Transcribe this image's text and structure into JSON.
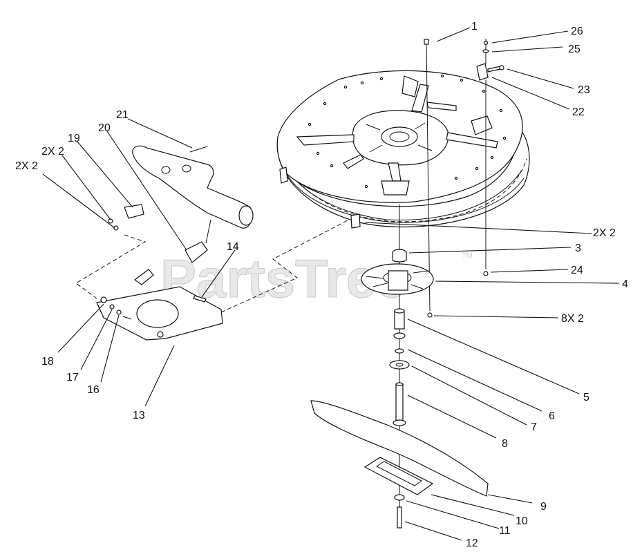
{
  "watermark": {
    "text": "PartsTree",
    "tm": "TM"
  },
  "callouts": [
    {
      "id": "c1",
      "text": "1"
    },
    {
      "id": "c26",
      "text": "26"
    },
    {
      "id": "c25",
      "text": "25"
    },
    {
      "id": "c23",
      "text": "23"
    },
    {
      "id": "c22",
      "text": "22"
    },
    {
      "id": "c21",
      "text": "21"
    },
    {
      "id": "c20",
      "text": "20"
    },
    {
      "id": "c19",
      "text": "19"
    },
    {
      "id": "c2x2a",
      "text": "2X 2"
    },
    {
      "id": "c2x2b",
      "text": "2X 2"
    },
    {
      "id": "c2x2c",
      "text": "2X 2"
    },
    {
      "id": "c14",
      "text": "14"
    },
    {
      "id": "c3",
      "text": "3"
    },
    {
      "id": "c24",
      "text": "24"
    },
    {
      "id": "c4",
      "text": "4"
    },
    {
      "id": "c8x2",
      "text": "8X 2"
    },
    {
      "id": "c5",
      "text": "5"
    },
    {
      "id": "c6",
      "text": "6"
    },
    {
      "id": "c7",
      "text": "7"
    },
    {
      "id": "c8",
      "text": "8"
    },
    {
      "id": "c9",
      "text": "9"
    },
    {
      "id": "c10",
      "text": "10"
    },
    {
      "id": "c11",
      "text": "11"
    },
    {
      "id": "c12",
      "text": "12"
    },
    {
      "id": "c13",
      "text": "13"
    },
    {
      "id": "c16",
      "text": "16"
    },
    {
      "id": "c17",
      "text": "17"
    },
    {
      "id": "c18",
      "text": "18"
    }
  ]
}
